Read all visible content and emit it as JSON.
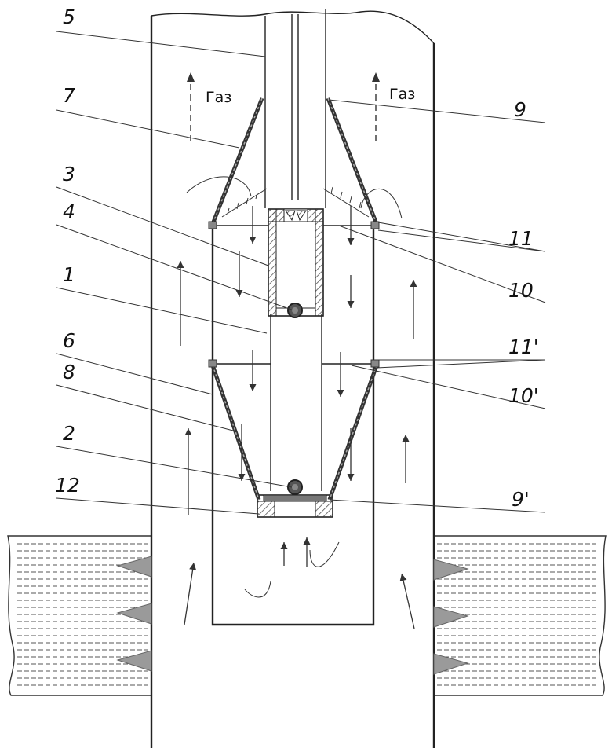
{
  "labels": {
    "l1": "1",
    "l2": "2",
    "l3": "3",
    "l4": "4",
    "l5": "5",
    "l6": "6",
    "l7": "7",
    "l8": "8",
    "l9": "9",
    "l9p": "9'",
    "l10": "10",
    "l10p": "10'",
    "l11": "11",
    "l11p": "11'",
    "l12": "12"
  },
  "gas": {
    "left": "Газ",
    "right": "Газ"
  },
  "colors": {
    "line": "#222222",
    "hatch": "#555555",
    "liquid_line": "#444444",
    "perforation": "#9a9a9a"
  }
}
